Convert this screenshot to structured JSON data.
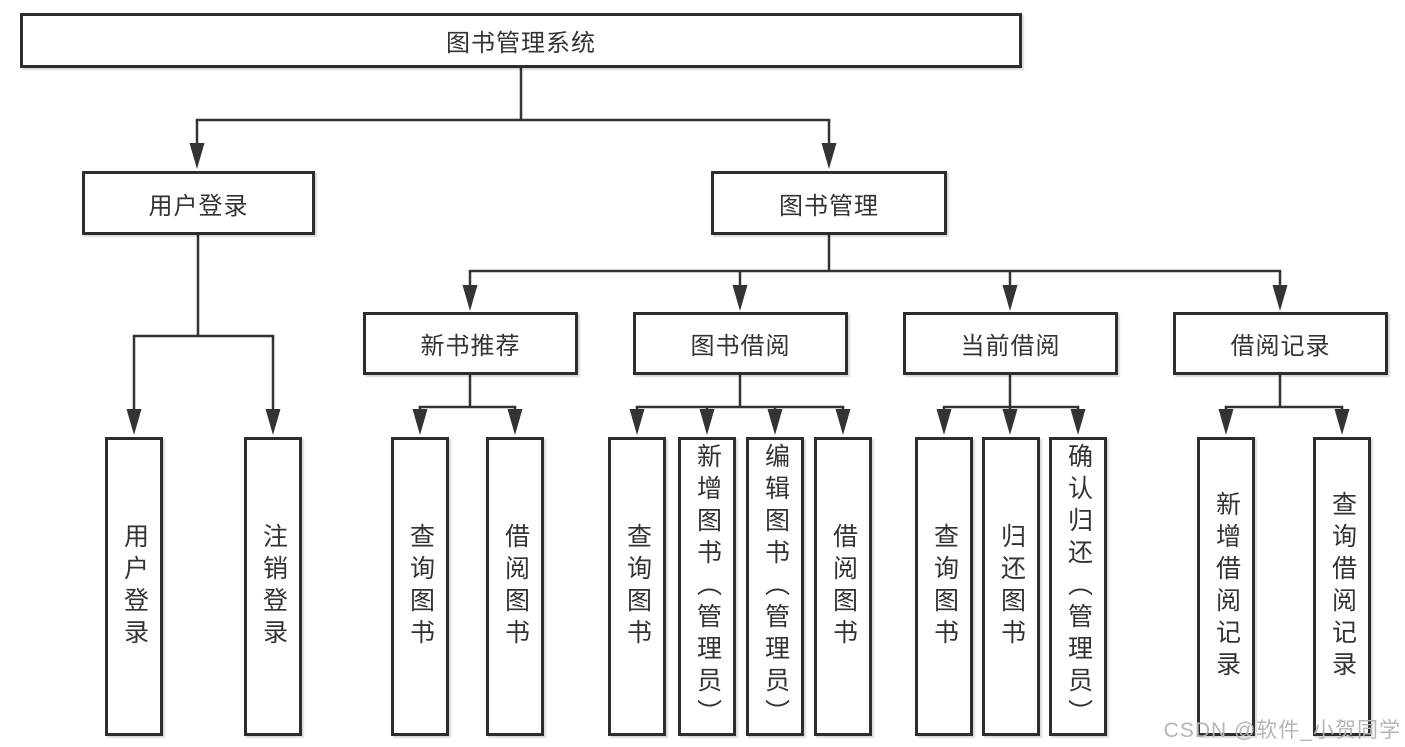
{
  "diagram_title": "图书管理系统",
  "tree": {
    "root": {
      "label": "图书管理系统"
    },
    "branches": [
      {
        "label": "用户登录",
        "leaves": [
          {
            "label": "用户登录"
          },
          {
            "label": "注销登录"
          }
        ]
      },
      {
        "label": "图书管理",
        "children": [
          {
            "label": "新书推荐",
            "leaves": [
              {
                "label": "查询图书"
              },
              {
                "label": "借阅图书"
              }
            ]
          },
          {
            "label": "图书借阅",
            "leaves": [
              {
                "label": "查询图书"
              },
              {
                "label": "新增图书（管理员）"
              },
              {
                "label": "编辑图书（管理员）"
              },
              {
                "label": "借阅图书"
              }
            ]
          },
          {
            "label": "当前借阅",
            "leaves": [
              {
                "label": "查询图书"
              },
              {
                "label": "归还图书"
              },
              {
                "label": "确认归还（管理员）"
              }
            ]
          },
          {
            "label": "借阅记录",
            "leaves": [
              {
                "label": "新增借阅记录"
              },
              {
                "label": "查询借阅记录"
              }
            ]
          }
        ]
      }
    ]
  },
  "watermark": {
    "text": "CSDN @软件_小贺同学"
  },
  "colors": {
    "box_border": "#2d2d2d",
    "connector": "#333333",
    "text": "#333333",
    "watermark": "#b5b5b5",
    "background": "#ffffff"
  }
}
